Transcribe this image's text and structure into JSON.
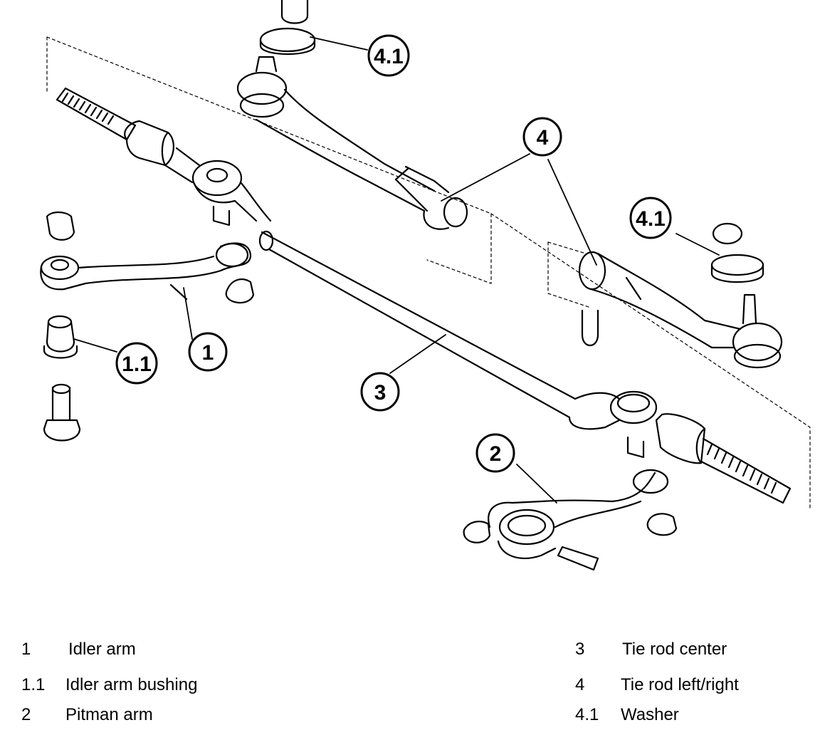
{
  "callouts": {
    "c41_top": "4.1",
    "c4_mid": "4",
    "c41_right": "4.1",
    "c1": "1",
    "c11": "1.1",
    "c3": "3",
    "c2": "2"
  },
  "legend": [
    {
      "num": "1",
      "label": "Idler arm"
    },
    {
      "num": "1.1",
      "label": "Idler arm bushing"
    },
    {
      "num": "2",
      "label": "Pitman arm"
    },
    {
      "num": "3",
      "label": "Tie rod center"
    },
    {
      "num": "4",
      "label": "Tie rod left/right"
    },
    {
      "num": "4.1",
      "label": "Washer"
    }
  ],
  "colors": {
    "line": "#000000",
    "background": "#ffffff"
  }
}
